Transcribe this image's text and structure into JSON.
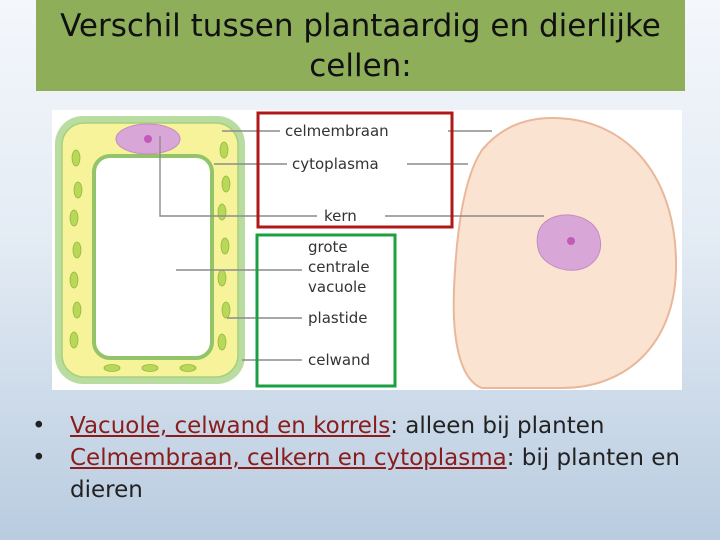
{
  "slide": {
    "title": "Verschil tussen plantaardig en dierlijke cellen:"
  },
  "diagram": {
    "labels": {
      "celmembraan": "celmembraan",
      "cytoplasma": "cytoplasma",
      "kern": "kern",
      "vacuole_line1": "grote",
      "vacuole_line2": "centrale",
      "vacuole_line3": "vacuole",
      "plastide": "plastide",
      "celwand": "celwand"
    },
    "colors": {
      "red_box": "#b01818",
      "green_box": "#1aa040",
      "plant_wall": "#b9dca0",
      "plant_cytoplasm": "#f6f39a",
      "plastid": "#b9d85a",
      "nucleus": "#d9a6d8",
      "animal_cell": "#fbe3d2",
      "animal_outline": "#e9b79a"
    }
  },
  "bullets": [
    {
      "highlight": "Vacuole, celwand en korrels",
      "rest": ": alleen bij planten"
    },
    {
      "highlight": "Celmembraan, celkern en cytoplasma",
      "rest": ": bij planten en dieren"
    }
  ]
}
